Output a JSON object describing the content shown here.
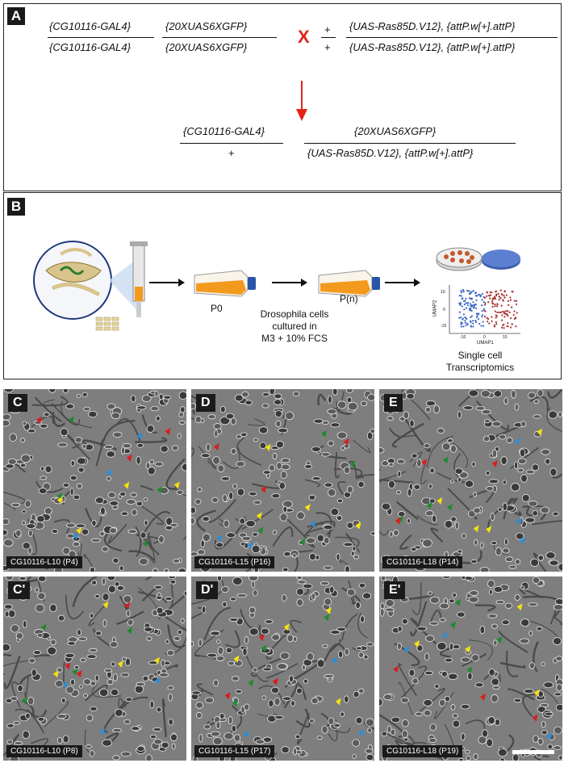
{
  "panel_a": {
    "tag": "A",
    "left_num": "{CG10116-GAL4}",
    "left_den": "{CG10116-GAL4}",
    "mid_num": "{20XUAS6XGFP}",
    "mid_den": "{20XUAS6XGFP}",
    "cross_symbol": "X",
    "plus_num": "+",
    "plus_den": "+",
    "right_num": "{UAS-Ras85D.V12}, {attP.w[+].attP}",
    "right_den": "{UAS-Ras85D.V12}, {attP.w[+].attP}",
    "res_left_num": "{CG10116-GAL4}",
    "res_left_den": "+",
    "res_right_num": "{20XUAS6XGFP}",
    "res_right_den": "{UAS-Ras85D.V12}, {attP.w[+].attP}"
  },
  "panel_b": {
    "tag": "B",
    "p0": "P0",
    "pn": "P(n)",
    "culture_line1": "Drosophila cells",
    "culture_line2": "cultured in",
    "culture_line3": "M3 + 10% FCS",
    "umap_y": "UMAP2",
    "umap_x": "UMAP1",
    "umap_ticks_y": [
      "10",
      "0",
      "-10"
    ],
    "umap_ticks_x": [
      "-10",
      "0",
      "10"
    ],
    "result_line1": "Single cell",
    "result_line2": "Transcriptomics"
  },
  "micrographs": [
    {
      "tag": "C",
      "caption": "CG10116-L10 (P4)"
    },
    {
      "tag": "D",
      "caption": "CG10116-L15 (P16)"
    },
    {
      "tag": "E",
      "caption": "CG10116-L18 (P14)"
    },
    {
      "tag": "C'",
      "caption": "CG10116-L10 (P8)"
    },
    {
      "tag": "D'",
      "caption": "CG10116-L15 (P17)"
    },
    {
      "tag": "E'",
      "caption": "CG10116-L18 (P19)"
    }
  ],
  "colors": {
    "cross_red": "#e2231a",
    "flask_orange": "#f39a1e",
    "flask_cap": "#2a54a8",
    "arrow_yellow": "#f5e10f",
    "arrow_green": "#1f8a2e",
    "arrow_blue": "#2c8fd6",
    "arrow_red": "#d81e1e"
  }
}
